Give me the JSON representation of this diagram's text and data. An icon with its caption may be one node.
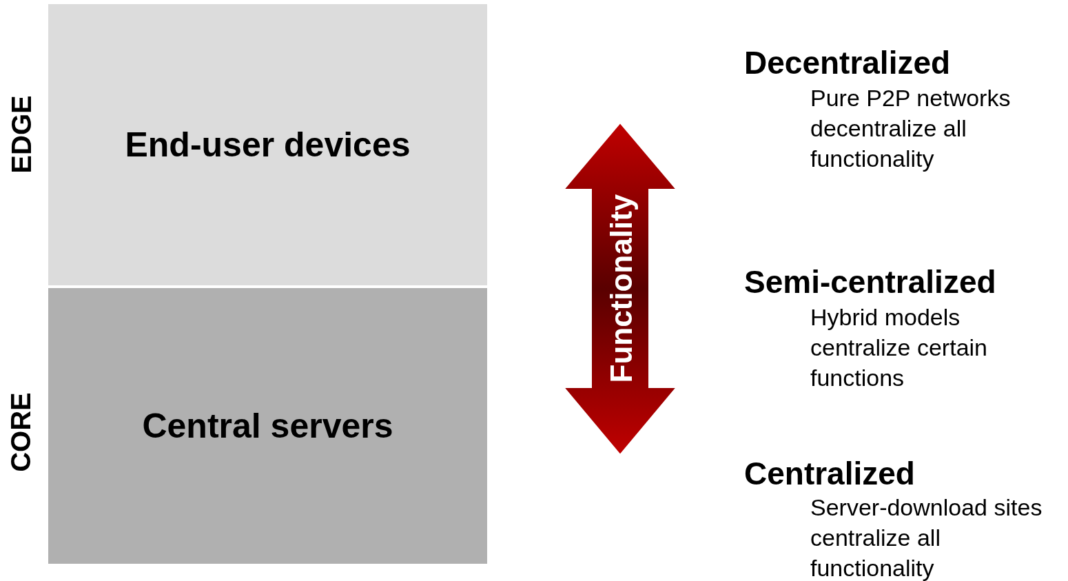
{
  "diagram": {
    "nodes": [
      {
        "text": [
          "End-user devices"
        ]
      },
      {
        "text": [
          "Central servers"
        ]
      }
    ],
    "edges": [],
    "labels": [
      "EDGE",
      "CORE",
      "Functionality",
      "Decentralized",
      "Pure P2P networks decentralize all functionality",
      "Semi-centralized",
      "Hybrid models centralize certain functions",
      "Centralized",
      "Server-download sites centralize all functionality"
    ]
  }
}
